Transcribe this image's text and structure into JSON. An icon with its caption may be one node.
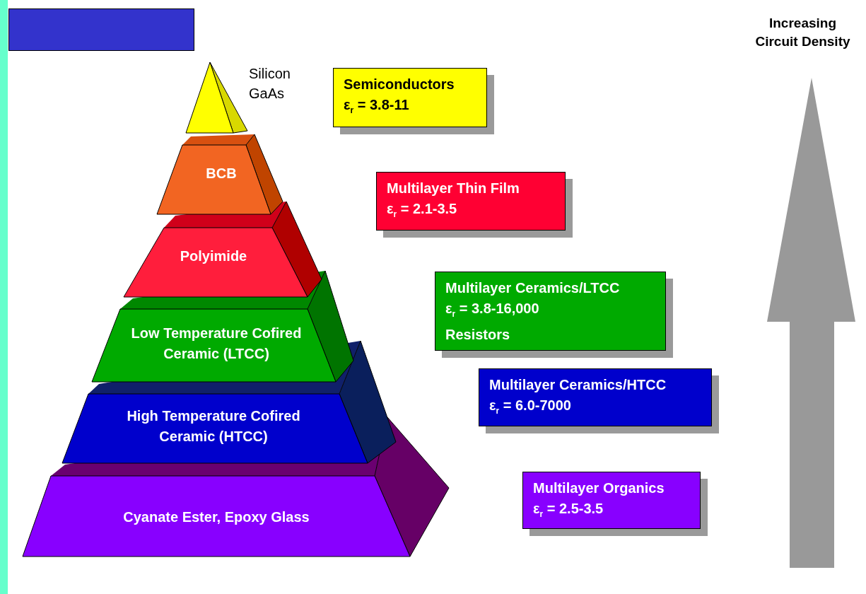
{
  "diagram": {
    "nodes": [
      {
        "text": [],
        "shape": "box"
      },
      {
        "text": [],
        "shape": "pyramid",
        "beside": [
          "Silicon GaAs"
        ]
      },
      {
        "text": [
          "BCB"
        ]
      },
      {
        "text": [
          "Polyimide"
        ]
      },
      {
        "text": [
          "Low Temperature Cofired Ceramic (LTCC)"
        ]
      },
      {
        "text": [
          "High Temperature Cofired Ceramic (HTCC)"
        ]
      },
      {
        "text": [
          "Cyanate Ester, Epoxy Glass"
        ]
      },
      {
        "text": [
          "Semiconductors",
          "ε$_{r}$ = 3.8-11"
        ]
      },
      {
        "text": [
          "Multilayer Thin Film",
          "ε$_{r}$ = 2.1-3.5"
        ]
      },
      {
        "text": [
          "Multilayer Ceramics/LTCC",
          "ε$_{r}$ = 3.8-16,000",
          "Resistors"
        ]
      },
      {
        "text": [
          "Multilayer Ceramics/HTCC",
          "ε$_{r}$ = 6.0-7000"
        ]
      },
      {
        "text": [
          "Multilayer Organics",
          "ε$_{r}$ = 2.5-3.5"
        ]
      }
    ],
    "labels": [
      "Increasing Circuit Density"
    ]
  }
}
